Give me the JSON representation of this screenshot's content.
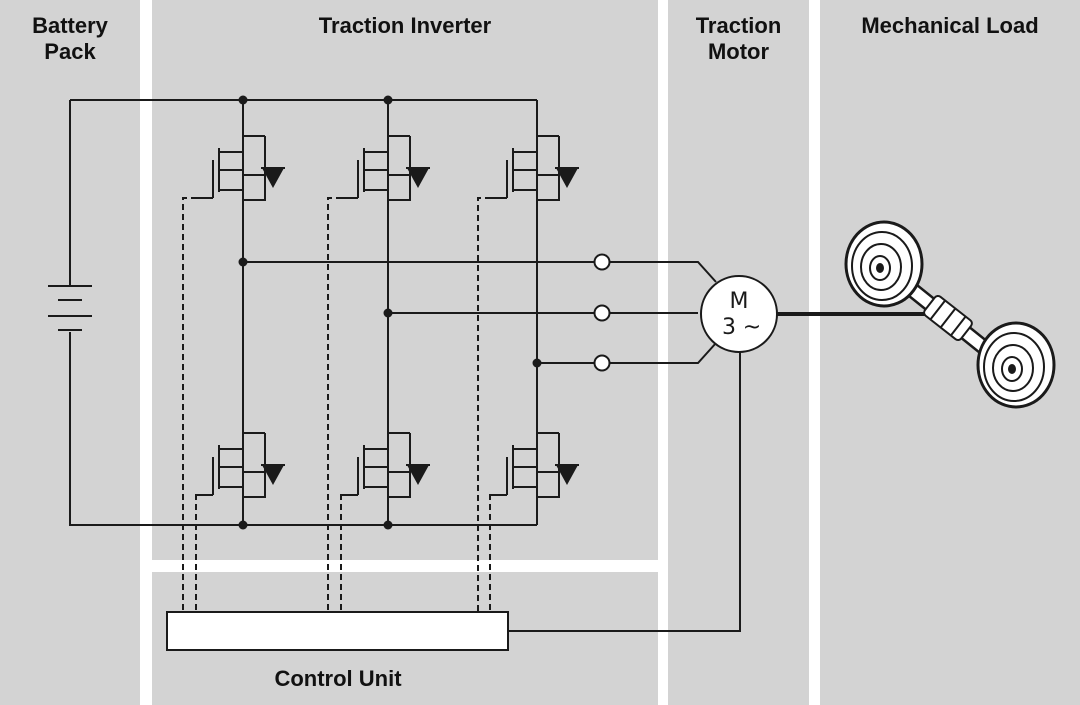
{
  "sections": {
    "battery_pack": {
      "line1": "Battery",
      "line2": "Pack"
    },
    "traction_inverter": {
      "title": "Traction Inverter"
    },
    "traction_motor": {
      "line1": "Traction",
      "line2": "Motor"
    },
    "mechanical_load": {
      "title": "Mechanical Load"
    },
    "control_unit": {
      "title": "Control Unit"
    }
  },
  "motor_symbol": {
    "letter": "M",
    "phase": "3",
    "wave": "~"
  },
  "colors": {
    "panel": "#d3d3d3",
    "gap": "#ffffff",
    "line": "#1a1a1a"
  }
}
